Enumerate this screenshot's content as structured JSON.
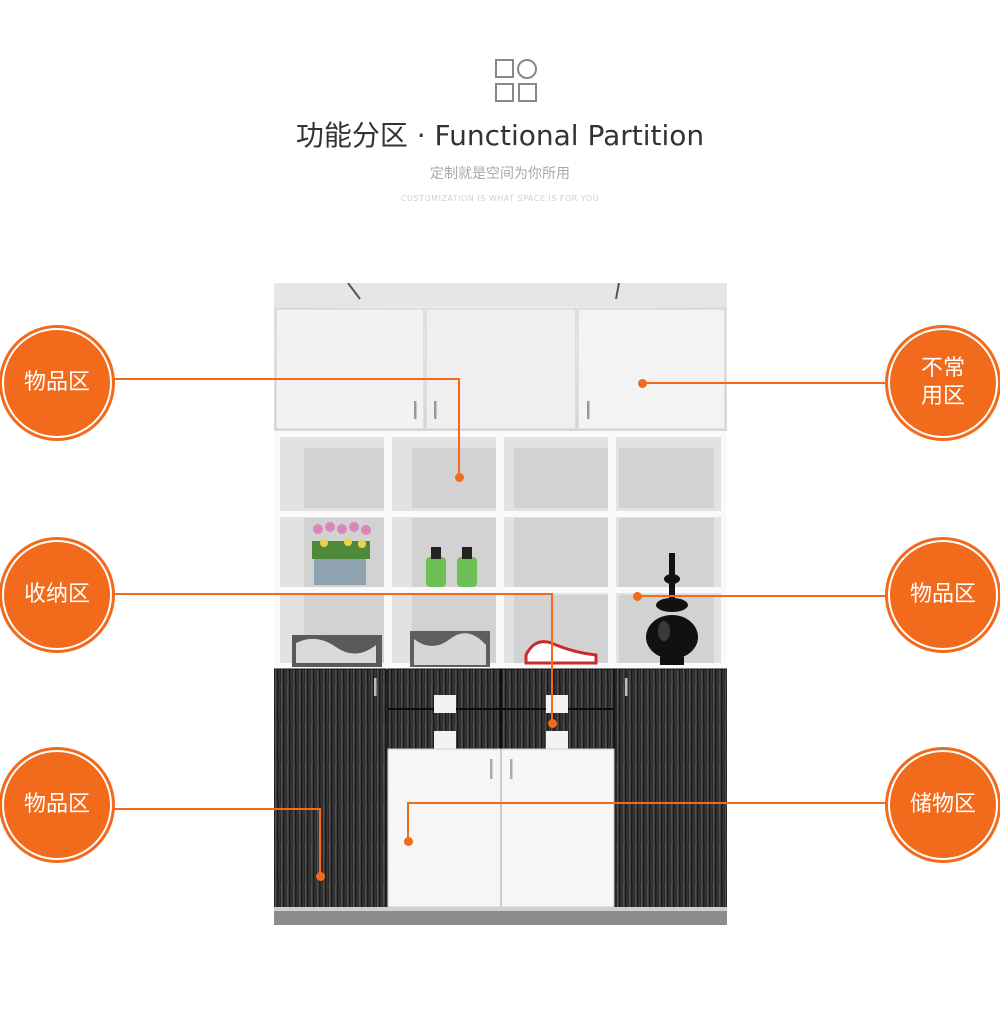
{
  "header": {
    "icon": "grid-shapes-icon",
    "title": "功能分区 · Functional Partition",
    "subtitle": "定制就是空间为你所用",
    "subtitle_en": "CUSTOMIZATION IS WHAT SPACE IS FOR YOU"
  },
  "labels": {
    "left_top": "物品区",
    "left_middle": "收纳区",
    "left_bottom": "物品区",
    "right_top": "不常用区",
    "right_middle": "物品区",
    "right_bottom": "储物区"
  },
  "colors": {
    "accent": "#f26a1b",
    "dark_wood": "#2a2a2a",
    "white_panel": "#f4f4f4"
  }
}
